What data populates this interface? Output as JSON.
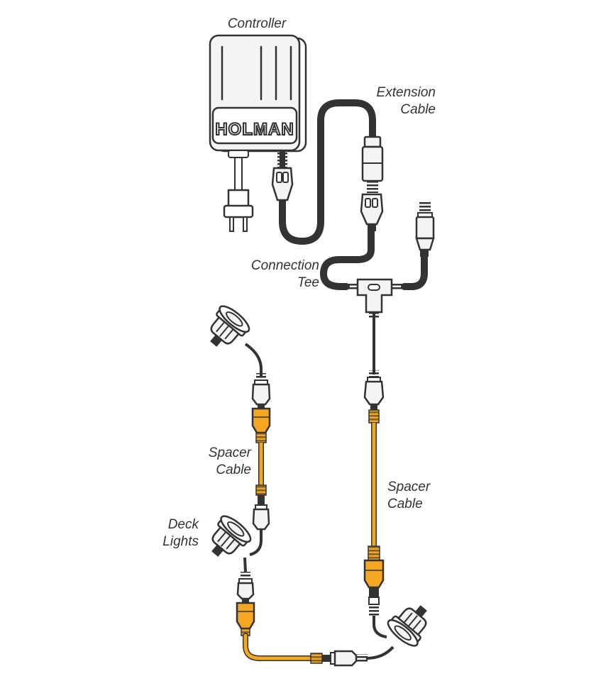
{
  "colors": {
    "cable_black": "#333333",
    "cable_orange": "#f5a623",
    "outline": "#333333",
    "fill_light": "#f4f4f4",
    "text": "#333333"
  },
  "labels": {
    "controller": "Controller",
    "brand": "HOLMAN",
    "extension_cable": [
      "Extension",
      "Cable"
    ],
    "connection_tee": [
      "Connection",
      "Tee"
    ],
    "spacer_cable_left": [
      "Spacer",
      "Cable"
    ],
    "spacer_cable_right": [
      "Spacer",
      "Cable"
    ],
    "deck_lights": [
      "Deck",
      "Lights"
    ]
  }
}
